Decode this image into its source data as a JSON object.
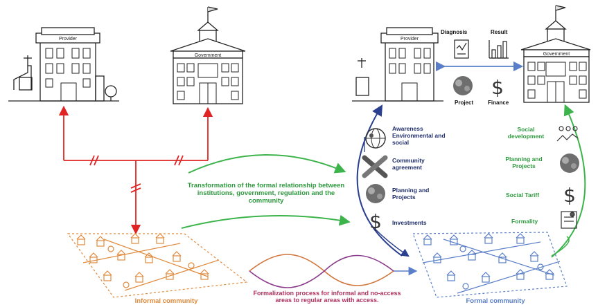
{
  "buildings": {
    "provider": "Provider",
    "government": "Government"
  },
  "actions": {
    "diagnosis": "Diagnosis",
    "result": "Result",
    "project": "Project",
    "finance": "Finance"
  },
  "left_steps": [
    {
      "label": "Awareness Environmental and social",
      "icon": "globe-icon"
    },
    {
      "label": "Community agreement",
      "icon": "handshake-icon"
    },
    {
      "label": "Planning and Projects",
      "icon": "planning-icon"
    },
    {
      "label": "Investments",
      "icon": "dollar-icon"
    }
  ],
  "right_steps": [
    {
      "label": "Social development",
      "icon": "people-icon"
    },
    {
      "label": "Planning and Projects",
      "icon": "planning-icon"
    },
    {
      "label": "Social Tariff",
      "icon": "dollar-icon"
    },
    {
      "label": "Formality",
      "icon": "checklist-icon"
    }
  ],
  "transformation_text": "Transformation of the formal relationship between institutions, government, regulation and the community",
  "formalization_text": "Formalization process for informal and no-access areas to regular areas with access.",
  "informal_label": "Informal community",
  "formal_label": "Formal community",
  "colors": {
    "red": "#e02424",
    "green": "#3cb44b",
    "navy": "#1f2e6b",
    "orange": "#e08a3c",
    "blue": "#5a7fc8",
    "purple": "#8a3a8a"
  }
}
